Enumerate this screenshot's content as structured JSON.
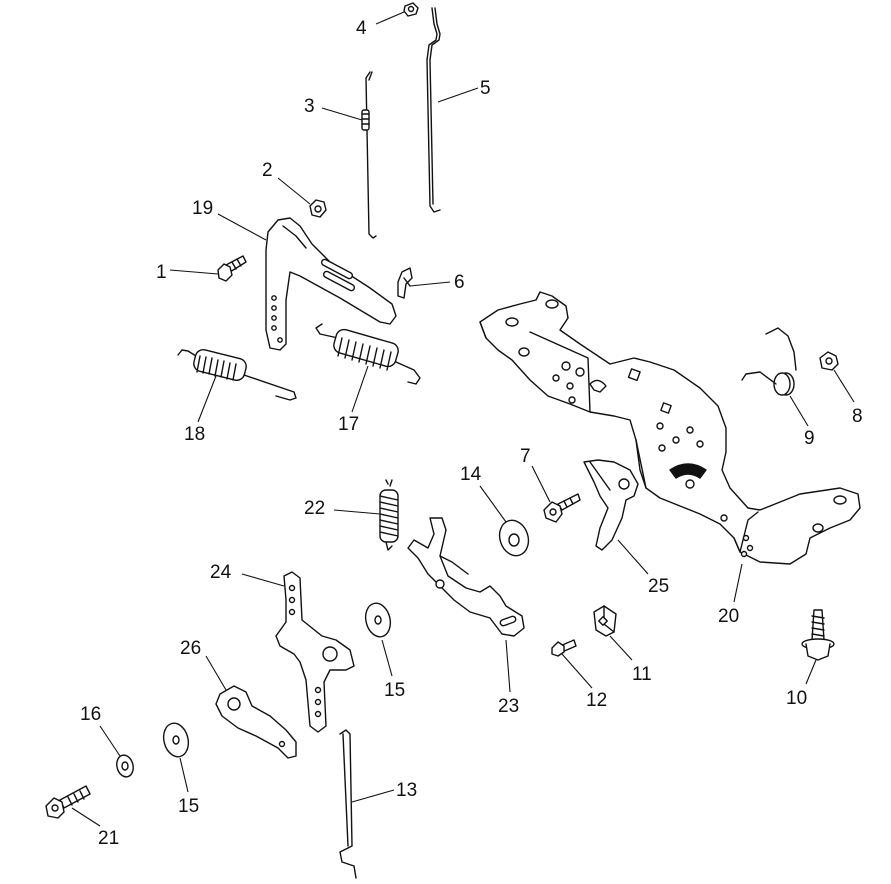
{
  "callouts": [
    "1",
    "2",
    "3",
    "4",
    "5",
    "6",
    "7",
    "8",
    "9",
    "10",
    "11",
    "12",
    "13",
    "14",
    "15",
    "15",
    "16",
    "17",
    "18",
    "19",
    "20",
    "21",
    "22",
    "23",
    "24",
    "25",
    "26"
  ]
}
